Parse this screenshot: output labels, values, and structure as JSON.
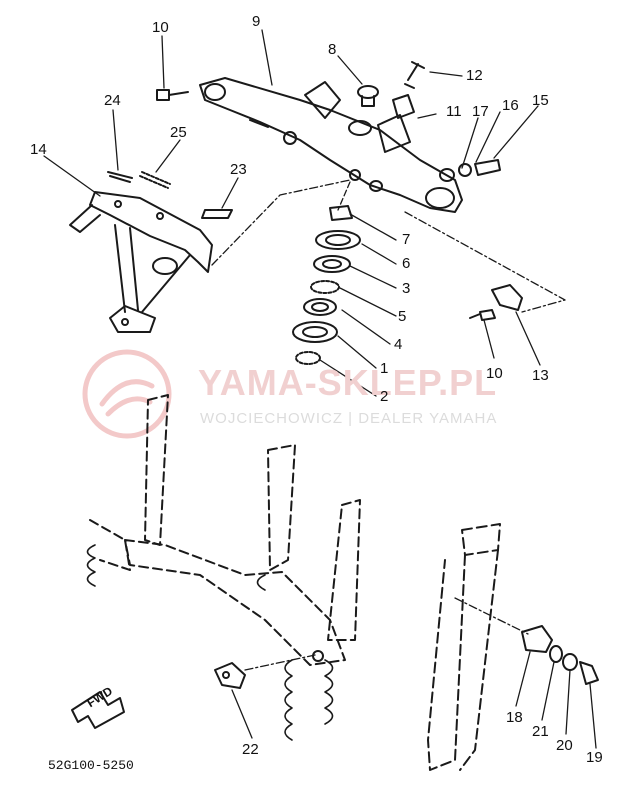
{
  "watermark": {
    "title": "YAMA-SKLEP.PL",
    "subtitle": "WOJCIECHOWICZ | DEALER YAMAHA"
  },
  "diagram_code": "52G100-5250",
  "fwd_label": "FWD",
  "callouts": {
    "p1": "1",
    "p2": "2",
    "p3": "3",
    "p4": "4",
    "p5": "5",
    "p6": "6",
    "p7": "7",
    "p8": "8",
    "p9": "9",
    "p10a": "10",
    "p10b": "10",
    "p11": "11",
    "p12": "12",
    "p13": "13",
    "p14": "14",
    "p15": "15",
    "p16": "16",
    "p17": "17",
    "p18": "18",
    "p19": "19",
    "p20": "20",
    "p21": "21",
    "p22": "22",
    "p23": "23",
    "p24": "24",
    "p25": "25"
  },
  "colors": {
    "line": "#1a1a1a",
    "watermark": "#f1d0d0",
    "logo": "#f3c9c9"
  }
}
